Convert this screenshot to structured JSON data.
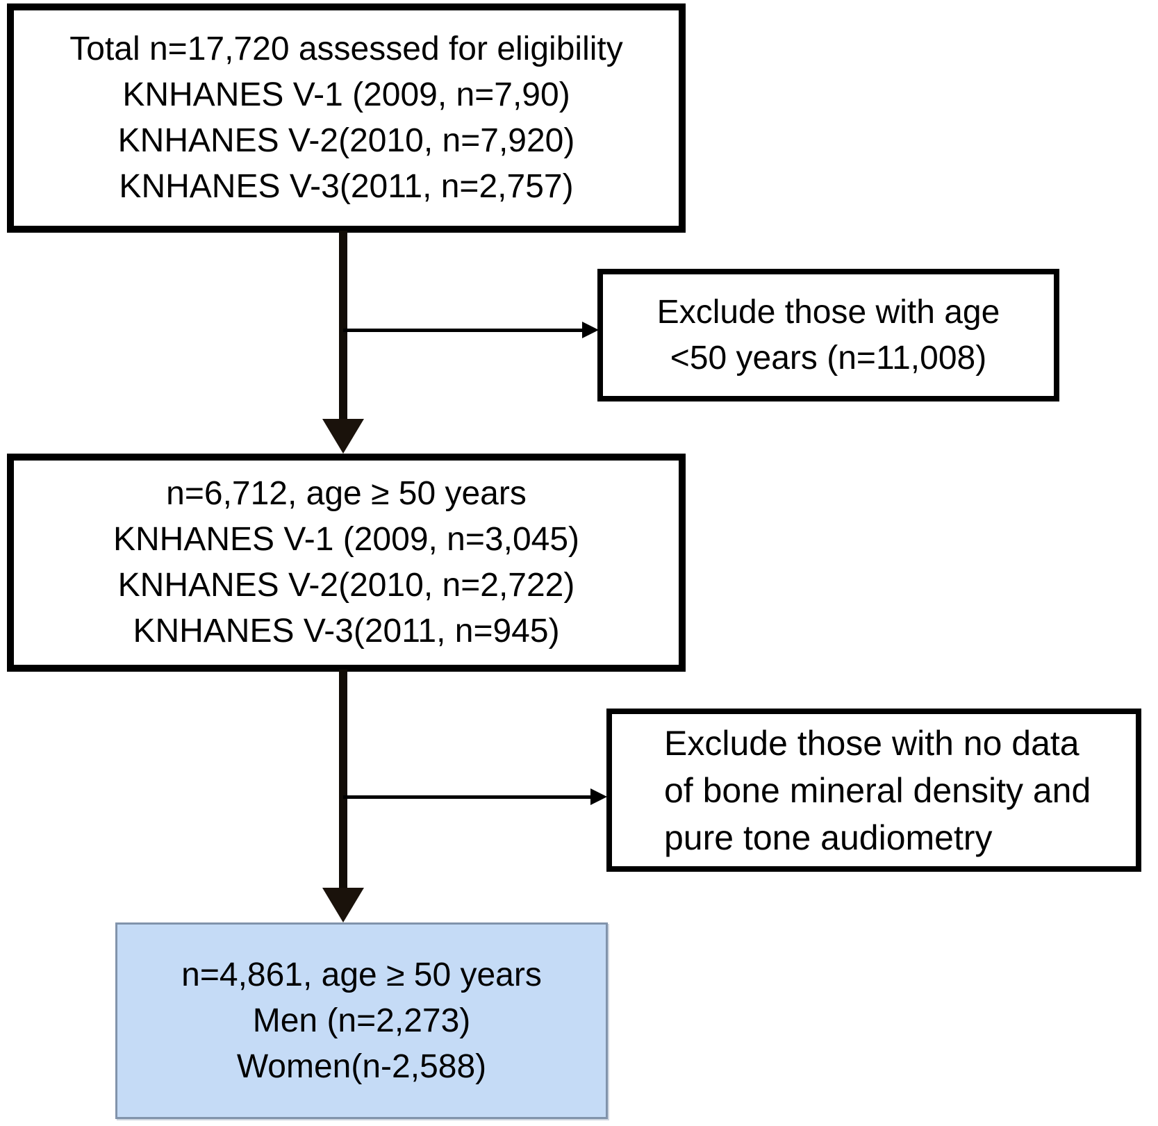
{
  "flowchart": {
    "eligibility": {
      "lines": [
        "Total n=17,720 assessed for eligibility",
        "KNHANES V-1 (2009, n=7,90)",
        "KNHANES V-2(2010, n=7,920)",
        "KNHANES V-3(2011, n=2,757)"
      ]
    },
    "exclude_age": {
      "lines": [
        "Exclude those with age",
        "<50 years (n=11,008)"
      ]
    },
    "age50": {
      "lines": [
        "n=6,712, age ≥ 50 years",
        "KNHANES V-1 (2009, n=3,045)",
        "KNHANES V-2(2010, n=2,722)",
        "KNHANES V-3(2011, n=945)"
      ]
    },
    "exclude_bmd": {
      "lines": [
        "Exclude those with no data",
        "of bone mineral density and",
        "pure tone audiometry"
      ]
    },
    "final": {
      "lines": [
        "n=4,861, age ≥ 50 years",
        "Men (n=2,273)",
        "Women(n-2,588)"
      ]
    },
    "colors": {
      "box_border": "#000000",
      "final_box_fill": "#c5dbf6",
      "final_box_border": "#8193ab",
      "arrow": "#1a120b"
    }
  }
}
